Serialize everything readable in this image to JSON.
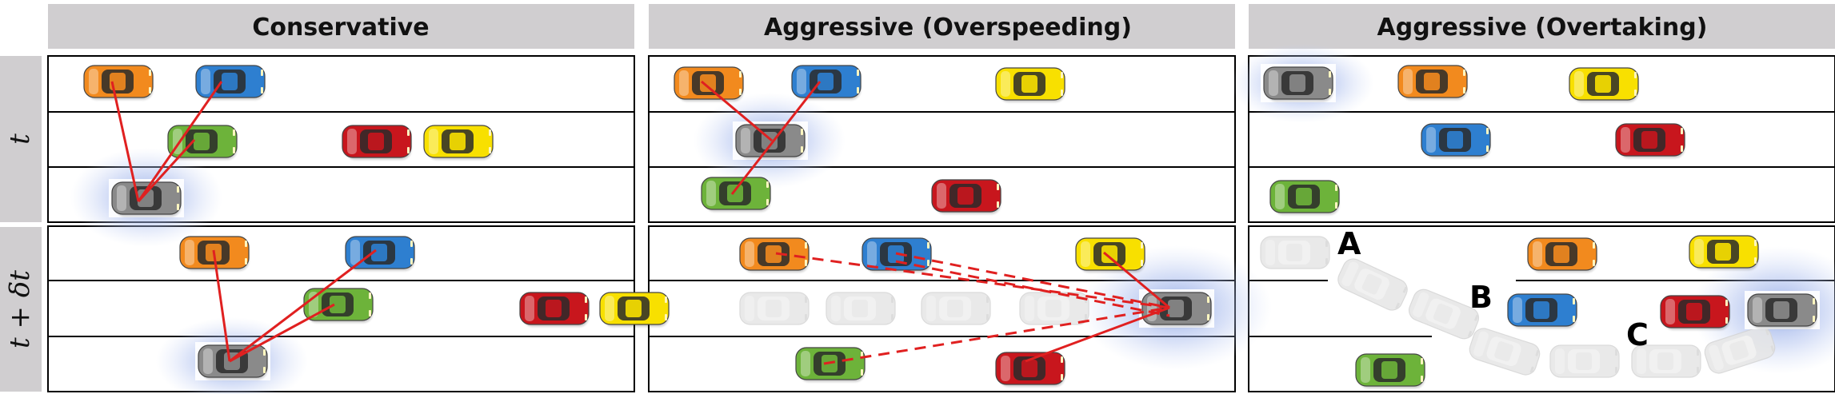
{
  "figure": {
    "columns": [
      {
        "title": "Conservative"
      },
      {
        "title": "Aggressive (Overspeeding)"
      },
      {
        "title": "Aggressive (Overtaking)"
      }
    ],
    "rows": [
      {
        "label": "t"
      },
      {
        "label": "t + δt"
      }
    ],
    "markers": [
      "A",
      "B",
      "C"
    ],
    "colors": {
      "header_bg": "#d0ced0",
      "interaction_line": "#e02020",
      "highlight_glow": "#9bb0e8",
      "car_orange": "#f28a1e",
      "car_blue": "#2e7fd0",
      "car_green": "#6db33a",
      "car_red": "#c8161d",
      "car_yellow": "#f8e000",
      "car_gray": "#8a8a8a",
      "car_ghost": "#e6e6e6"
    }
  }
}
